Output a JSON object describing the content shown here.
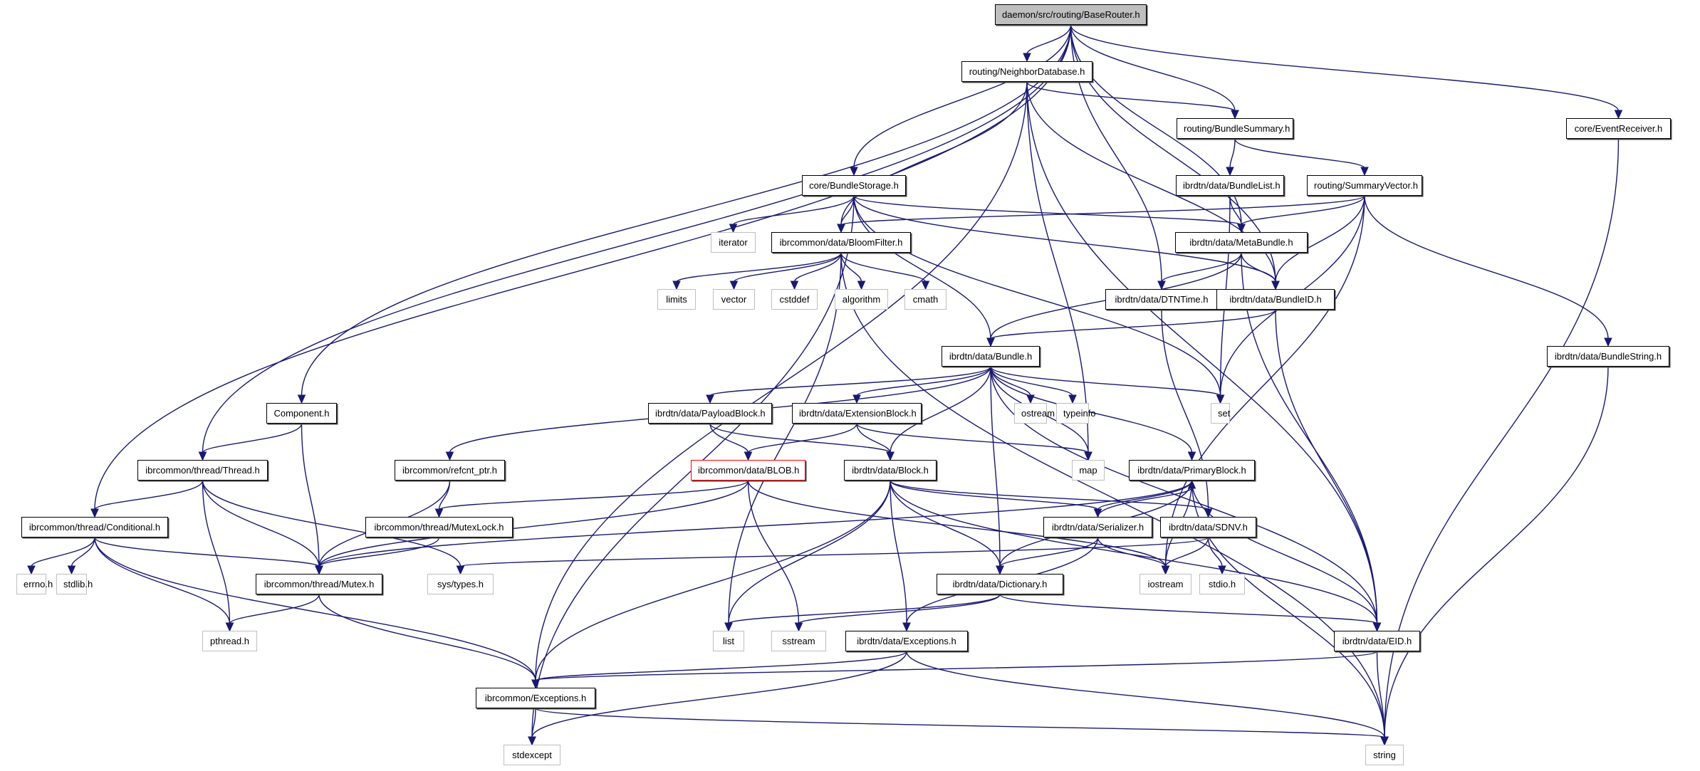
{
  "title": "daemon/src/routing/BaseRouter.h",
  "legend": {
    "edge_color": "#191970",
    "root_fill": "#bfbfbf",
    "external_border": "#bfbfbf",
    "undocumented_border": "#ff0000"
  },
  "nodes": [
    {
      "id": "baserouter",
      "label": "daemon/src/routing/BaseRouter.h",
      "kind": "root"
    },
    {
      "id": "neighbordb",
      "label": "routing/NeighborDatabase.h",
      "kind": "file"
    },
    {
      "id": "bundlesummary",
      "label": "routing/BundleSummary.h",
      "kind": "file"
    },
    {
      "id": "eventreceiver",
      "label": "core/EventReceiver.h",
      "kind": "file"
    },
    {
      "id": "bundlestorage",
      "label": "core/BundleStorage.h",
      "kind": "file"
    },
    {
      "id": "bundlelist",
      "label": "ibrdtn/data/BundleList.h",
      "kind": "file"
    },
    {
      "id": "summaryvector",
      "label": "routing/SummaryVector.h",
      "kind": "file"
    },
    {
      "id": "iterator",
      "label": "iterator",
      "kind": "external"
    },
    {
      "id": "bloomfilter",
      "label": "ibrcommon/data/BloomFilter.h",
      "kind": "file"
    },
    {
      "id": "metabundle",
      "label": "ibrdtn/data/MetaBundle.h",
      "kind": "file"
    },
    {
      "id": "limits",
      "label": "limits",
      "kind": "external"
    },
    {
      "id": "vector",
      "label": "vector",
      "kind": "external"
    },
    {
      "id": "cstddef",
      "label": "cstddef",
      "kind": "external"
    },
    {
      "id": "algorithm",
      "label": "algorithm",
      "kind": "external"
    },
    {
      "id": "cmath",
      "label": "cmath",
      "kind": "external"
    },
    {
      "id": "dtntime",
      "label": "ibrdtn/data/DTNTime.h",
      "kind": "file"
    },
    {
      "id": "bundleid",
      "label": "ibrdtn/data/BundleID.h",
      "kind": "file"
    },
    {
      "id": "bundle",
      "label": "ibrdtn/data/Bundle.h",
      "kind": "file"
    },
    {
      "id": "bundlestring",
      "label": "ibrdtn/data/BundleString.h",
      "kind": "file"
    },
    {
      "id": "component",
      "label": "Component.h",
      "kind": "file"
    },
    {
      "id": "payloadblock",
      "label": "ibrdtn/data/PayloadBlock.h",
      "kind": "file"
    },
    {
      "id": "extensionblock",
      "label": "ibrdtn/data/ExtensionBlock.h",
      "kind": "file"
    },
    {
      "id": "ostream",
      "label": "ostream",
      "kind": "external"
    },
    {
      "id": "typeinfo",
      "label": "typeinfo",
      "kind": "external"
    },
    {
      "id": "set",
      "label": "set",
      "kind": "external"
    },
    {
      "id": "thread",
      "label": "ibrcommon/thread/Thread.h",
      "kind": "file"
    },
    {
      "id": "refcnt",
      "label": "ibrcommon/refcnt_ptr.h",
      "kind": "file"
    },
    {
      "id": "blob",
      "label": "ibrcommon/data/BLOB.h",
      "kind": "undocumented"
    },
    {
      "id": "block",
      "label": "ibrdtn/data/Block.h",
      "kind": "file"
    },
    {
      "id": "map",
      "label": "map",
      "kind": "external"
    },
    {
      "id": "primaryblock",
      "label": "ibrdtn/data/PrimaryBlock.h",
      "kind": "file"
    },
    {
      "id": "conditional",
      "label": "ibrcommon/thread/Conditional.h",
      "kind": "file"
    },
    {
      "id": "mutexlock",
      "label": "ibrcommon/thread/MutexLock.h",
      "kind": "file"
    },
    {
      "id": "serializer",
      "label": "ibrdtn/data/Serializer.h",
      "kind": "file"
    },
    {
      "id": "sdnv",
      "label": "ibrdtn/data/SDNV.h",
      "kind": "file"
    },
    {
      "id": "errno",
      "label": "errno.h",
      "kind": "external"
    },
    {
      "id": "stdlib",
      "label": "stdlib.h",
      "kind": "external"
    },
    {
      "id": "mutex",
      "label": "ibrcommon/thread/Mutex.h",
      "kind": "file"
    },
    {
      "id": "systypes",
      "label": "sys/types.h",
      "kind": "external"
    },
    {
      "id": "dictionary",
      "label": "ibrdtn/data/Dictionary.h",
      "kind": "file"
    },
    {
      "id": "iostream",
      "label": "iostream",
      "kind": "external"
    },
    {
      "id": "stdio",
      "label": "stdio.h",
      "kind": "external"
    },
    {
      "id": "pthread",
      "label": "pthread.h",
      "kind": "external"
    },
    {
      "id": "list",
      "label": "list",
      "kind": "external"
    },
    {
      "id": "sstream",
      "label": "sstream",
      "kind": "external"
    },
    {
      "id": "dtnexceptions",
      "label": "ibrdtn/data/Exceptions.h",
      "kind": "file"
    },
    {
      "id": "eid",
      "label": "ibrdtn/data/EID.h",
      "kind": "file"
    },
    {
      "id": "commonexceptions",
      "label": "ibrcommon/Exceptions.h",
      "kind": "file"
    },
    {
      "id": "stdexcept",
      "label": "stdexcept",
      "kind": "external"
    },
    {
      "id": "string",
      "label": "string",
      "kind": "external"
    }
  ],
  "edges": [
    [
      "baserouter",
      "neighbordb"
    ],
    [
      "baserouter",
      "bundlesummary"
    ],
    [
      "baserouter",
      "eventreceiver"
    ],
    [
      "baserouter",
      "bundlestorage"
    ],
    [
      "baserouter",
      "metabundle"
    ],
    [
      "baserouter",
      "dtntime"
    ],
    [
      "baserouter",
      "bundleid"
    ],
    [
      "baserouter",
      "component"
    ],
    [
      "baserouter",
      "thread"
    ],
    [
      "baserouter",
      "conditional"
    ],
    [
      "neighbordb",
      "bundlesummary"
    ],
    [
      "neighbordb",
      "bloomfilter"
    ],
    [
      "neighbordb",
      "bundleid"
    ],
    [
      "neighbordb",
      "eid"
    ],
    [
      "neighbordb",
      "map"
    ],
    [
      "neighbordb",
      "commonexceptions"
    ],
    [
      "bundlesummary",
      "bundlelist"
    ],
    [
      "bundlesummary",
      "summaryvector"
    ],
    [
      "eventreceiver",
      "string"
    ],
    [
      "bundlestorage",
      "iterator"
    ],
    [
      "bundlestorage",
      "bloomfilter"
    ],
    [
      "bundlestorage",
      "metabundle"
    ],
    [
      "bundlestorage",
      "bundleid"
    ],
    [
      "bundlestorage",
      "bundle"
    ],
    [
      "bundlestorage",
      "set"
    ],
    [
      "bundlestorage",
      "stdexcept"
    ],
    [
      "bundlelist",
      "metabundle"
    ],
    [
      "bundlelist",
      "set"
    ],
    [
      "summaryvector",
      "bloomfilter"
    ],
    [
      "summaryvector",
      "metabundle"
    ],
    [
      "summaryvector",
      "bundleid"
    ],
    [
      "summaryvector",
      "bundlestring"
    ],
    [
      "summaryvector",
      "set"
    ],
    [
      "summaryvector",
      "iostream"
    ],
    [
      "bloomfilter",
      "limits"
    ],
    [
      "bloomfilter",
      "vector"
    ],
    [
      "bloomfilter",
      "cstddef"
    ],
    [
      "bloomfilter",
      "algorithm"
    ],
    [
      "bloomfilter",
      "cmath"
    ],
    [
      "bloomfilter",
      "list"
    ],
    [
      "bloomfilter",
      "string"
    ],
    [
      "metabundle",
      "dtntime"
    ],
    [
      "metabundle",
      "bundleid"
    ],
    [
      "metabundle",
      "bundle"
    ],
    [
      "metabundle",
      "eid"
    ],
    [
      "dtntime",
      "sdnv"
    ],
    [
      "bundleid",
      "bundle"
    ],
    [
      "bundleid",
      "eid"
    ],
    [
      "bundlestring",
      "string"
    ],
    [
      "bundle",
      "refcnt"
    ],
    [
      "bundle",
      "payloadblock"
    ],
    [
      "bundle",
      "extensionblock"
    ],
    [
      "bundle",
      "block"
    ],
    [
      "bundle",
      "dictionary"
    ],
    [
      "bundle",
      "ostream"
    ],
    [
      "bundle",
      "typeinfo"
    ],
    [
      "bundle",
      "map"
    ],
    [
      "bundle",
      "primaryblock"
    ],
    [
      "bundle",
      "set"
    ],
    [
      "bundle",
      "eid"
    ],
    [
      "component",
      "thread"
    ],
    [
      "component",
      "mutex"
    ],
    [
      "payloadblock",
      "blob"
    ],
    [
      "payloadblock",
      "block"
    ],
    [
      "extensionblock",
      "blob"
    ],
    [
      "extensionblock",
      "block"
    ],
    [
      "extensionblock",
      "map"
    ],
    [
      "thread",
      "conditional"
    ],
    [
      "thread",
      "mutex"
    ],
    [
      "thread",
      "systypes"
    ],
    [
      "thread",
      "pthread"
    ],
    [
      "refcnt",
      "mutexlock"
    ],
    [
      "refcnt",
      "mutex"
    ],
    [
      "blob",
      "mutexlock"
    ],
    [
      "blob",
      "mutex"
    ],
    [
      "blob",
      "sstream"
    ],
    [
      "blob",
      "iostream"
    ],
    [
      "block",
      "serializer"
    ],
    [
      "block",
      "sdnv"
    ],
    [
      "block",
      "dictionary"
    ],
    [
      "block",
      "dtnexceptions"
    ],
    [
      "block",
      "eid"
    ],
    [
      "block",
      "list"
    ],
    [
      "block",
      "commonexceptions"
    ],
    [
      "primaryblock",
      "serializer"
    ],
    [
      "primaryblock",
      "dictionary"
    ],
    [
      "primaryblock",
      "eid"
    ],
    [
      "primaryblock",
      "iostream"
    ],
    [
      "primaryblock",
      "string"
    ],
    [
      "primaryblock",
      "mutex"
    ],
    [
      "conditional",
      "errno"
    ],
    [
      "conditional",
      "stdlib"
    ],
    [
      "conditional",
      "mutex"
    ],
    [
      "conditional",
      "pthread"
    ],
    [
      "conditional",
      "commonexceptions"
    ],
    [
      "mutexlock",
      "mutex"
    ],
    [
      "serializer",
      "primaryblock"
    ],
    [
      "serializer",
      "dictionary"
    ],
    [
      "serializer",
      "iostream"
    ],
    [
      "serializer",
      "dtnexceptions"
    ],
    [
      "sdnv",
      "iostream"
    ],
    [
      "sdnv",
      "stdio"
    ],
    [
      "sdnv",
      "systypes"
    ],
    [
      "mutex",
      "pthread"
    ],
    [
      "mutex",
      "commonexceptions"
    ],
    [
      "dictionary",
      "list"
    ],
    [
      "dictionary",
      "sstream"
    ],
    [
      "dictionary",
      "eid"
    ],
    [
      "dtnexceptions",
      "commonexceptions"
    ],
    [
      "dtnexceptions",
      "stdexcept"
    ],
    [
      "dtnexceptions",
      "string"
    ],
    [
      "eid",
      "commonexceptions"
    ],
    [
      "eid",
      "string"
    ],
    [
      "commonexceptions",
      "stdexcept"
    ],
    [
      "commonexceptions",
      "string"
    ]
  ]
}
